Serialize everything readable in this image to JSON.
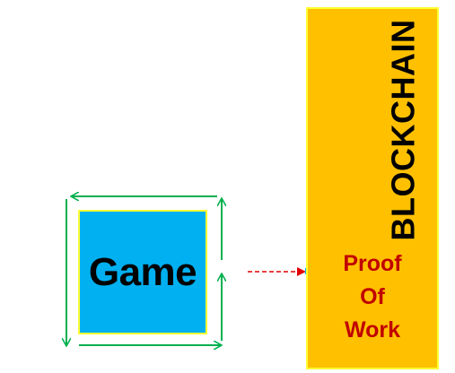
{
  "game": {
    "label": "Game",
    "fill_color": "#00b0f0",
    "border_color": "#ffff33"
  },
  "blockchain": {
    "title": "BLOCKCHAIN",
    "fill_color": "#ffc000",
    "border_color": "#ffff33",
    "mechanism_lines": [
      "Proof",
      "Of",
      "Work"
    ],
    "mechanism_color": "#c00000"
  },
  "connector": {
    "style": "dashed-arrow",
    "color": "#e00000",
    "endpoint_color": "#00b0f0"
  },
  "cycle_arrows": {
    "color": "#00b050",
    "direction": "counter-clockwise"
  }
}
